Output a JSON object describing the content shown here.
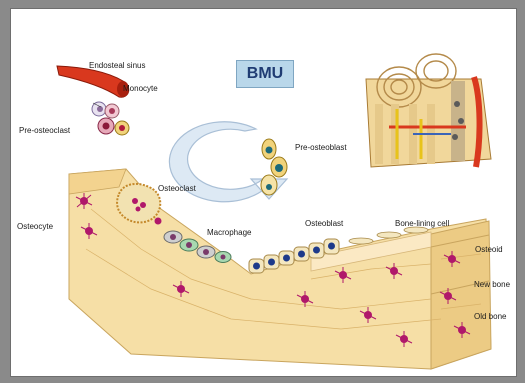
{
  "badge": "BMU",
  "labels": {
    "endosteal_sinus": "Endosteal sinus",
    "monocyte": "Monocyte",
    "pre_osteoclast": "Pre-osteoclast",
    "osteoclast": "Osteoclast",
    "pre_osteoblast": "Pre-osteoblast",
    "osteocyte": "Osteocyte",
    "macrophage": "Macrophage",
    "osteoblast": "Osteoblast",
    "bone_lining_cell": "Bone-lining cell",
    "osteoid": "Osteoid",
    "new_bone": "New bone",
    "old_bone": "Old bone"
  },
  "colors": {
    "bone": "#f6dfa6",
    "bone_dark": "#e2b56a",
    "cell_magenta": "#b0186a",
    "osteoid": "#fbe9c4",
    "cycle_arrow": "#dde9f4",
    "vessel": "#d9381e",
    "badge_bg": "#b9d7ea"
  }
}
